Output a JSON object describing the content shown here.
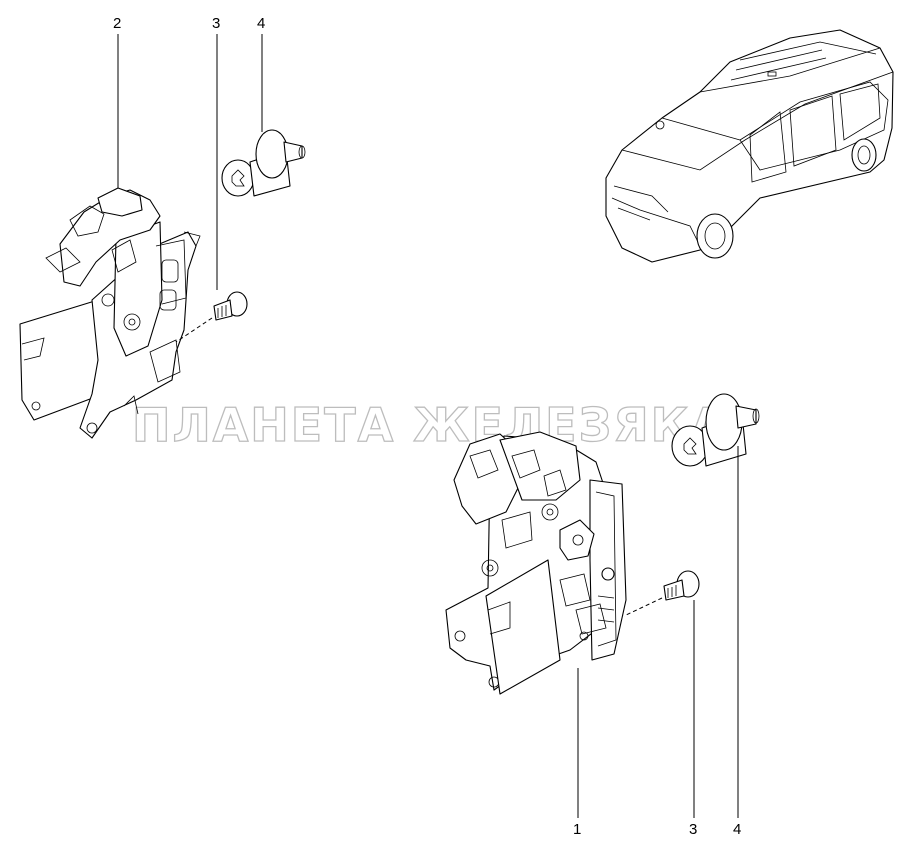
{
  "callouts": {
    "left_lock": "2",
    "left_screw": "3",
    "left_striker": "4",
    "right_lock": "1",
    "right_screw": "3",
    "right_striker": "4"
  },
  "watermark": "ПЛАНЕТА ЖЕЛЕЗЯКА"
}
